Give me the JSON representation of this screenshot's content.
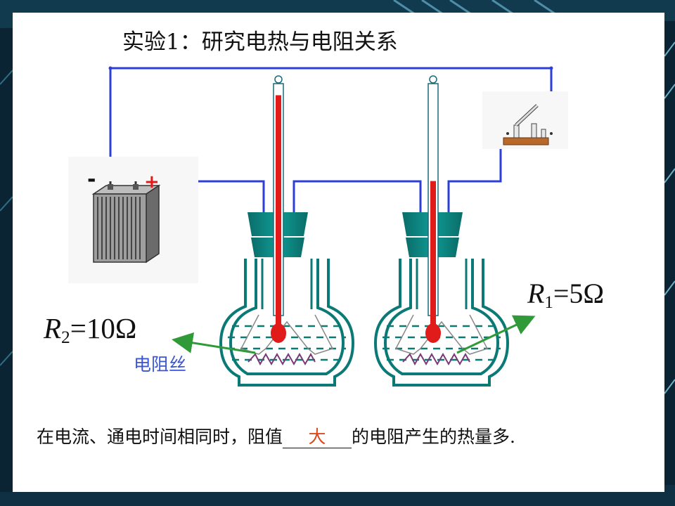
{
  "title": "实验1：研究电热与电阻关系",
  "battery": {
    "neg_symbol": "-",
    "pos_symbol": "+"
  },
  "resistor_left": {
    "symbol": "R",
    "subscript": "2",
    "value": "=10Ω"
  },
  "resistor_right": {
    "symbol": "R",
    "subscript": "1",
    "value": "=5Ω"
  },
  "wire_label": "电阻丝",
  "conclusion": {
    "before": "在电流、通电时间相同时，阻值",
    "answer": "大",
    "after": "的电阻产生的热量多."
  },
  "thermometer_levels": {
    "left": 0.95,
    "right": 0.58
  },
  "colors": {
    "wire": "#2d3fd8",
    "flask": "#0b7a76",
    "mercury": "#e11a1a",
    "arrow": "#2f9a37",
    "answer": "#e0481c",
    "label": "#3a55d6"
  }
}
